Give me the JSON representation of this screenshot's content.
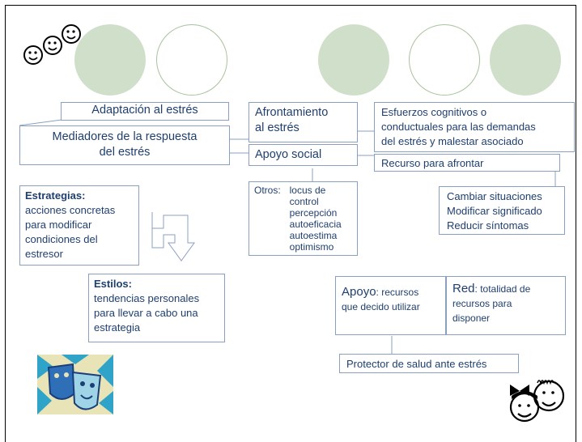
{
  "boxes": {
    "adaptacion": "Adaptación al estrés",
    "mediadores_line1": "Mediadores de la respuesta",
    "mediadores_line2": "del estrés",
    "afrontamiento_line1": "Afrontamiento",
    "afrontamiento_line2": "al estrés",
    "esfuerzos_line1": "Esfuerzos cognitivos o",
    "esfuerzos_line2": "conductuales para las demandas",
    "esfuerzos_line3": "del estrés y malestar asociado",
    "apoyo_social": "Apoyo social",
    "recurso": "Recurso para afrontar",
    "otros_label": "Otros:",
    "otros_items": [
      "locus de control",
      "percepción",
      "autoeficacia",
      "autoestima",
      "optimismo"
    ],
    "cambiar": [
      "Cambiar situaciones",
      "Modificar significado",
      "Reducir síntomas"
    ],
    "estrategias_title": "Estrategias:",
    "estrategias_text": [
      "acciones concretas",
      "para modificar",
      "condiciones del",
      "estresor"
    ],
    "estilos_title": "Estilos:",
    "estilos_text": [
      "tendencias personales",
      "para llevar a cabo una",
      "estrategia"
    ],
    "apoyo_title": "Apoyo",
    "apoyo_text1": ": recursos",
    "apoyo_text2": "que decido utilizar",
    "red_title": "Red",
    "red_text1": ": totalidad de",
    "red_text2": "recursos para",
    "red_text3": "disponer",
    "protector": "Protector de salud ante estrés"
  },
  "colors": {
    "text": "#1f3f6e",
    "border": "#8aa0c0",
    "circle_fill": "#cfdfc9",
    "circle_outline": "#a8c2a0"
  }
}
